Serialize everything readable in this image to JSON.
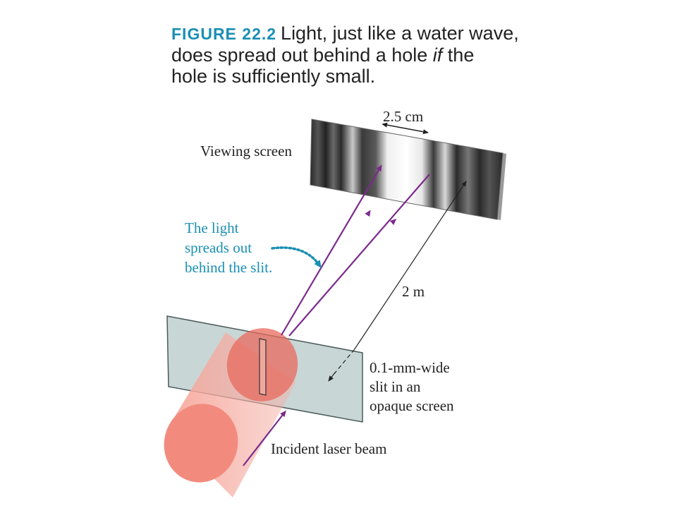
{
  "caption": {
    "figure_label": "FIGURE 22.2",
    "line1_text": "Light, just like a water wave,",
    "line2_pre": "does spread out behind a hole ",
    "line2_italic": "if",
    "line2_post": " the",
    "line3": "hole is sufficiently small."
  },
  "labels": {
    "viewing_screen": "Viewing screen",
    "fringe_width": "2.5 cm",
    "distance": "2 m",
    "spread_note": [
      "The light",
      "spreads out",
      "behind the slit."
    ],
    "slit": [
      "0.1-mm-wide",
      "slit in an",
      "opaque screen"
    ],
    "laser": "Incident laser beam"
  },
  "colors": {
    "accent": "#1a8fb3",
    "ray": "#7b2a8c",
    "beam": "#f28b7e",
    "opaque_screen": "#c9d6d6"
  }
}
